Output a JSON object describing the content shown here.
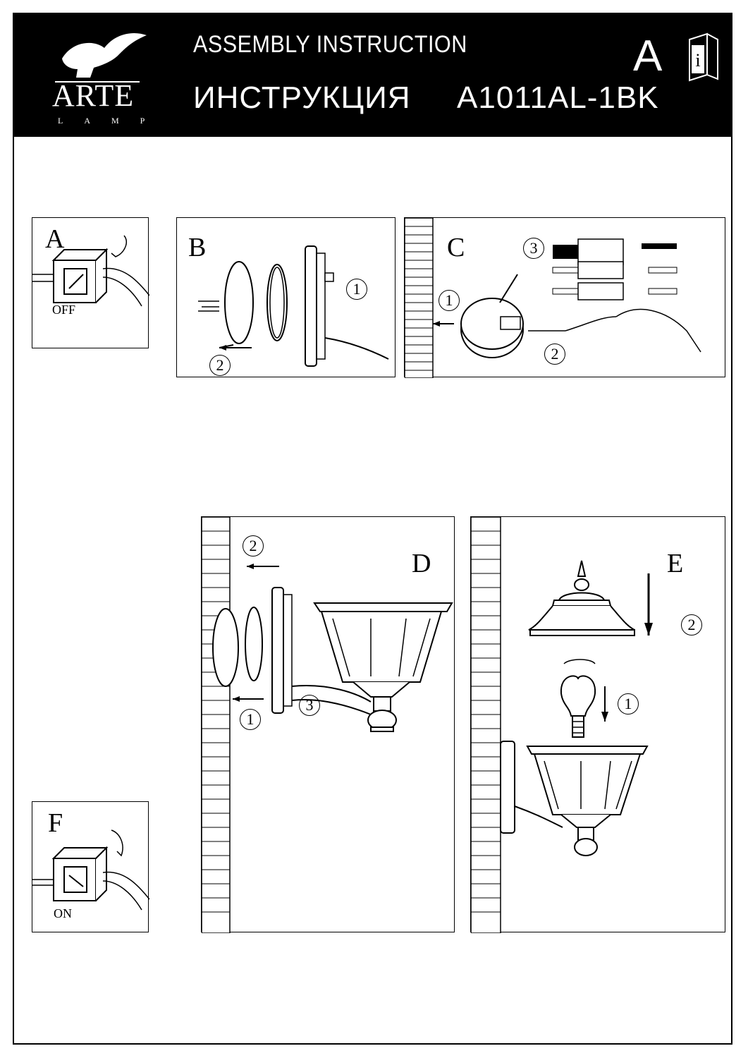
{
  "header": {
    "brand_name": "ARTE",
    "brand_sub": "LAMP",
    "title_en": "ASSEMBLY  INSTRUCTION",
    "title_ru": "ИНСТРУКЦИЯ",
    "model": "A1011AL-1BK",
    "section_letter": "A",
    "info_icon": "manual-info-icon"
  },
  "steps": {
    "a": {
      "letter": "A",
      "caption": "OFF"
    },
    "b": {
      "letter": "B",
      "markers": [
        "1",
        "2"
      ]
    },
    "c": {
      "letter": "C",
      "markers": [
        "1",
        "2",
        "3"
      ]
    },
    "d": {
      "letter": "D",
      "markers": [
        "2",
        "1",
        "3"
      ]
    },
    "e": {
      "letter": "E",
      "markers": [
        "2",
        "1"
      ]
    },
    "f": {
      "letter": "F",
      "caption": "ON"
    }
  },
  "colors": {
    "ink": "#000000",
    "paper": "#ffffff"
  }
}
